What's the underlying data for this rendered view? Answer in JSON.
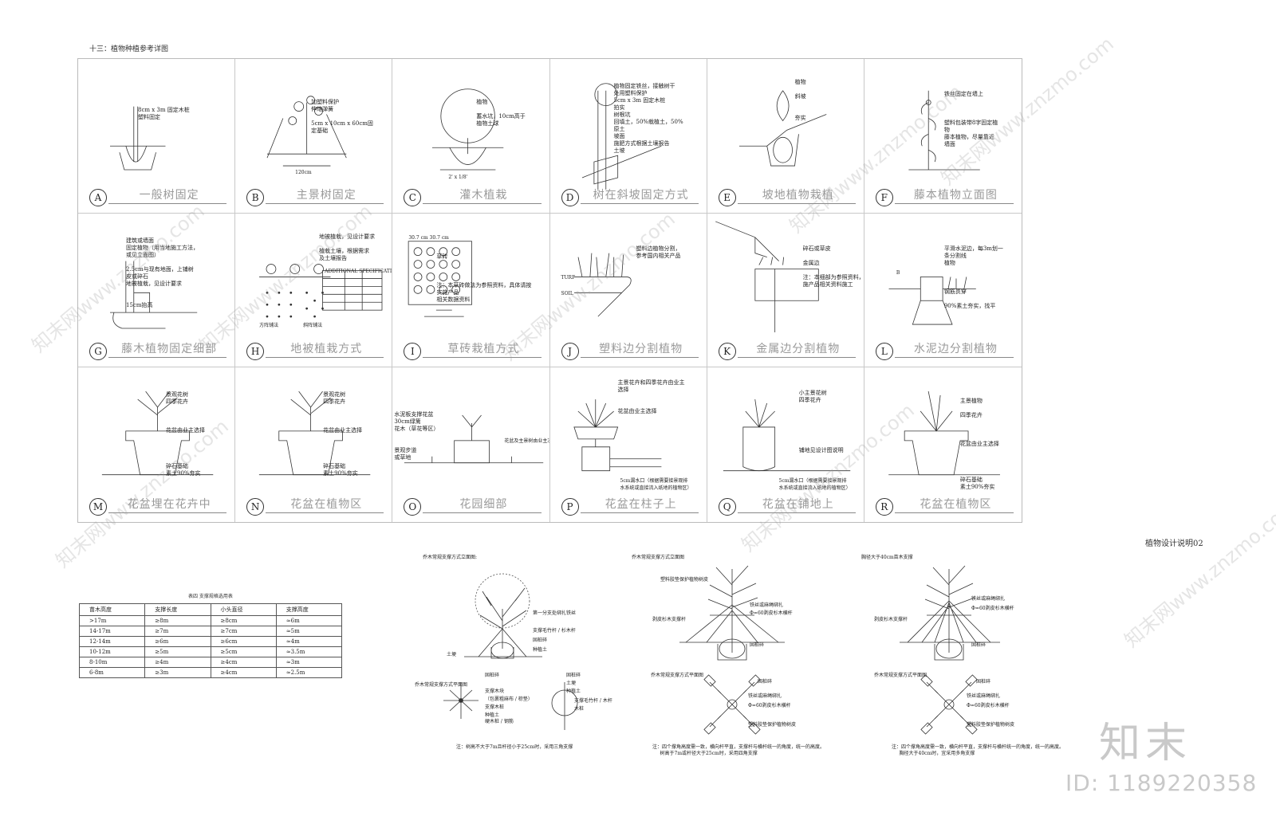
{
  "sheet_title": "十三：植物种植参考详图",
  "side_title": "植物设计说明02",
  "details": [
    {
      "letter": "A",
      "caption": "一般树固定",
      "notes": "8cm x 3m 固定木桩\n塑料固定"
    },
    {
      "letter": "B",
      "caption": "主景树固定",
      "notes": "加塑料保护\n伸缩弹簧\n\n5cm x 10cm x 60cm固\n定基础"
    },
    {
      "letter": "C",
      "caption": "灌木植栽",
      "notes": "植物\n\n蓄水坑，10cm高于\n植物土球"
    },
    {
      "letter": "D",
      "caption": "树在斜坡固定方式",
      "notes": "植物固定铁丝，接触树干\n处用塑料保护\n5cm x 3m 固定木桩\n拍实\n树根坑\n回填土，50%栽植土，50%\n原土\n坡面\n施肥方式根据土壤报告\n土坡"
    },
    {
      "letter": "E",
      "caption": "坡地植物栽植",
      "notes": "植物\n\n斜坡\n\n\n夯实"
    },
    {
      "letter": "F",
      "caption": "藤本植物立面图",
      "notes": "铁丝固定在墙上\n\n\n\n塑料包装带8字固定植\n物\n藤本植物，尽量靠近\n墙面"
    },
    {
      "letter": "G",
      "caption": "藤木植物固定细部",
      "notes": "建筑或墙面\n固定植物（用当地施工方法，\n或见立面图）\n\n2.5cm与现有地面，上铺树\n皮或碎石\n地被植栽，见设计要求\n\n\n15cm抬高"
    },
    {
      "letter": "H",
      "caption": "地被植栽方式",
      "notes": "地被植栽，见设计要求\n\n植栽土壤，根据需求\n及土壤报告"
    },
    {
      "letter": "I",
      "caption": "草砖栽植方式",
      "notes": "草砖\n\n\n\n注：本草砖做法为参照资料，具体请按\n实施产品\n相关数据资料"
    },
    {
      "letter": "J",
      "caption": "塑料边分割植物",
      "notes": "塑料边植物分割，\n参考国内相关产品"
    },
    {
      "letter": "K",
      "caption": "金属边分割植物",
      "notes": "碎石或草皮\n\n金属边\n\n注：本细部为参照资料，请按实\n施产品相关资料施工"
    },
    {
      "letter": "L",
      "caption": "水泥边分割植物",
      "notes": "平滑水泥边，每3m划一\n条分割线\n植物\n\n\n\n钢筋贯穿\n\n90%素土夯实，找平"
    },
    {
      "letter": "M",
      "caption": "花盆埋在花卉中",
      "notes": "景观花树\n四季花卉\n\n\n\n花盆由业主选择\n\n\n\n\n碎石基础\n素土90%夯实"
    },
    {
      "letter": "N",
      "caption": "花盆在植物区",
      "notes": "景观花树\n四季花卉\n\n\n\n花盆由业主选择\n\n\n\n\n碎石基础\n素土90%夯实"
    },
    {
      "letter": "O",
      "caption": "花园细部",
      "notes": "水泥板支撑花盆\n30cm绿篱\n花木（草花等区）\n\n\n景观步道\n或草地"
    },
    {
      "letter": "P",
      "caption": "花盆在柱子上",
      "notes": "主景花卉和四季花卉由业主\n选择\n\n\n花盆由业主选择"
    },
    {
      "letter": "Q",
      "caption": "花盆在铺地上",
      "notes": "小主景花树\n四季花卉\n\n\n\n\n\n\n铺地见设计图说明"
    },
    {
      "letter": "R",
      "caption": "花盆在植物区",
      "notes": "主景植物\n\n四季花卉\n\n\n\n花盆由业主选择\n\n\n\n\n碎石基础\n素土90%夯实"
    }
  ],
  "subnotes": {
    "h_table_title": "ADDITIONAL SPECIFICATIONS",
    "i_dim": "30.7 cm 30.7 cm",
    "j_turf": "TURF",
    "j_soil": "SOIL",
    "o_notes_right": "花盆及主景树由业主决定",
    "p_drain": "5cm漏水口（根据需要接景观排\n水系统或直接流入纸地的植物区）",
    "q_drain": "5cm漏水口（根据需要接景观排\n水系统或直接流入纸地的植物区）",
    "c_dim": "2' x 1/8'",
    "b_dim": "120cm",
    "h_left_label": "方阵铺法",
    "h_right_label": "斜阵铺法",
    "l_label": "B"
  },
  "table": {
    "caption": "表四    支撑规格选用表",
    "headers": [
      "苗木高度",
      "支撑长度",
      "小头直径",
      "支撑高度"
    ],
    "rows": [
      [
        ">17m",
        "≥8m",
        "≥8cm",
        "≈6m"
      ],
      [
        "14-17m",
        "≥7m",
        "≥7cm",
        "≈5m"
      ],
      [
        "12-14m",
        "≥6m",
        "≥6cm",
        "≈4m"
      ],
      [
        "10-12m",
        "≥5m",
        "≥5cm",
        "≈3.5m"
      ],
      [
        "8-10m",
        "≥4m",
        "≥4cm",
        "≈3m"
      ],
      [
        "6-8m",
        "≥3m",
        "≥4cm",
        "≈2.5m"
      ]
    ]
  },
  "fig1": {
    "title": "乔木常规支撑方式立面图:",
    "labels": [
      "第一分支处绑扎铁丝",
      "支撑毛竹杆 / 杉木杆",
      "固桩碎",
      "种植土",
      "土埂"
    ],
    "plan_title": "乔木常规支撑方式平面图",
    "plan_labels": [
      "固桩碎",
      "支撑木块",
      "（包裹粗麻布 / 棕垫）",
      "支撑木桩",
      "种植土",
      "硬木桩 / 钢筋"
    ],
    "side_labels": [
      "固桩碎",
      "土埂",
      "种植土",
      "支撑毛竹杆 / 木杆",
      "木桩"
    ],
    "note": "注：树高不大于7m且杆径小于25cm时，采用三角支撑"
  },
  "fig2": {
    "title": "乔木常规支撑方式立面图",
    "labels": [
      "塑料胶垫保护植物树皮",
      "铁丝或麻绳绑扎",
      "Φ=60剥皮杉木横杆",
      "剥皮杉木支撑杆",
      "固桩碎"
    ],
    "plan_title": "乔木常规支撑方式平面图",
    "plan_labels": [
      "固桩碎",
      "铁丝或麻绳绑扎",
      "Φ=60剥皮杉木横杆",
      "塑料胶垫保护植物树皮"
    ],
    "note": "注：四个撑角高度需一致，横向杆平直，支撑杆与横杆统一的角度，统一的高度。\n     树高于7m或杆径大于25cm时，采用四角支撑"
  },
  "fig3": {
    "title": "胸径大于40cm苗木支撑",
    "labels": [
      "铁丝或麻绳绑扎",
      "Φ=60剥皮杉木横杆",
      "剥皮杉木支撑杆",
      "固桩碎"
    ],
    "plan_title": "乔木常规支撑方式平面图",
    "plan_labels": [
      "固桩碎",
      "铁丝或麻绳绑扎",
      "Φ=60剥皮杉木横杆",
      "塑料胶垫保护植物树皮"
    ],
    "note": "注：四个撑角高度需一致，横向杆平直，支撑杆与横杆统一的角度，统一的高度。\n     胸径大于40cm时，宜采用多角支撑"
  },
  "brand": "知末",
  "id_text": "ID: 1189220358",
  "watermarks": [
    "知末网www.znzmo.com",
    "知末网www.znzmo.com",
    "知末网www.znzmo.com",
    "知末网www.znzmo.com",
    "知末网www.znzmo.com",
    "知末网www.znzmo.com",
    "知末网www.znzmo.com",
    "知末网www.znzmo.com"
  ]
}
